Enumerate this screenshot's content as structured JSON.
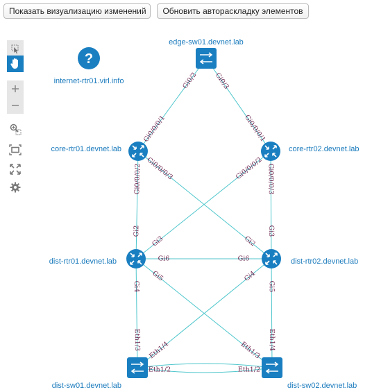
{
  "toolbar_top": {
    "show_changes_label": "Показать визуализацию изменений",
    "relayout_label": "Обновить автораскладку элементов"
  },
  "side_tools": [
    {
      "icon": "select-icon"
    },
    {
      "icon": "hand-pan-icon",
      "active": true
    },
    {
      "icon": "zoom-in-icon"
    },
    {
      "icon": "zoom-out-icon"
    },
    {
      "icon": "zoom-selection-icon"
    },
    {
      "icon": "fit-view-icon"
    },
    {
      "icon": "fullscreen-icon"
    },
    {
      "icon": "settings-gear-icon"
    }
  ],
  "colors": {
    "node": "#1a7fc1",
    "link": "#4ec6cc",
    "node_label": "#1b7bbd",
    "port_label": "#6b1f4a"
  },
  "nodes": [
    {
      "id": "internet",
      "label": "internet-rtr01.virl.info",
      "kind": "unknown"
    },
    {
      "id": "edge",
      "label": "edge-sw01.devnet.lab",
      "kind": "switch"
    },
    {
      "id": "core1",
      "label": "core-rtr01.devnet.lab",
      "kind": "router"
    },
    {
      "id": "core2",
      "label": "core-rtr02.devnet.lab",
      "kind": "router"
    },
    {
      "id": "dist1",
      "label": "dist-rtr01.devnet.lab",
      "kind": "router"
    },
    {
      "id": "dist2",
      "label": "dist-rtr02.devnet.lab",
      "kind": "router"
    },
    {
      "id": "dsw1",
      "label": "dist-sw01.devnet.lab",
      "kind": "switch"
    },
    {
      "id": "dsw2",
      "label": "dist-sw02.devnet.lab",
      "kind": "switch"
    }
  ],
  "links": [
    {
      "a": "edge",
      "b": "core1",
      "a_port": "Gi0/2",
      "b_port": "Gi0/0/0/1"
    },
    {
      "a": "edge",
      "b": "core2",
      "a_port": "Gi0/3",
      "b_port": "Gi0/0/0/1"
    },
    {
      "a": "core1",
      "b": "dist1",
      "a_port": "Gi0/0/0/2",
      "b_port": "Gi2"
    },
    {
      "a": "core1",
      "b": "dist2",
      "a_port": "Gi0/0/0/3",
      "b_port": "Gi2"
    },
    {
      "a": "core2",
      "b": "dist1",
      "a_port": "Gi0/0/0/2",
      "b_port": "Gi3"
    },
    {
      "a": "core2",
      "b": "dist2",
      "a_port": "Gi0/0/0/3",
      "b_port": "Gi3"
    },
    {
      "a": "dist1",
      "b": "dist2",
      "a_port": "Gi6",
      "b_port": "Gi6"
    },
    {
      "a": "dist1",
      "b": "dsw1",
      "a_port": "Gi4",
      "b_port": "Eth1/3"
    },
    {
      "a": "dist1",
      "b": "dsw2",
      "a_port": "Gi5",
      "b_port": "Eth1/3"
    },
    {
      "a": "dist2",
      "b": "dsw1",
      "a_port": "Gi4",
      "b_port": "Eth1/4"
    },
    {
      "a": "dist2",
      "b": "dsw2",
      "a_port": "Gi5",
      "b_port": "Eth1/4"
    },
    {
      "a": "dsw1",
      "b": "dsw2",
      "a_port": "Eth1/2",
      "b_port": "Eth1/2",
      "curve": "down"
    },
    {
      "a": "dsw1",
      "b": "dsw2",
      "a_port": "",
      "b_port": "",
      "curve": "up"
    }
  ]
}
